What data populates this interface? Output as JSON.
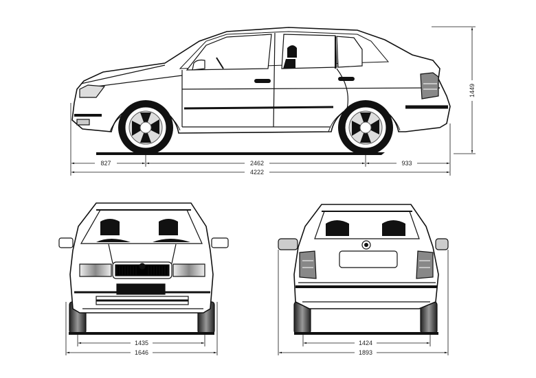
{
  "drawing": {
    "subject": "sedan car dimension blueprint",
    "views": [
      "side",
      "front",
      "rear"
    ]
  },
  "side_view": {
    "front_overhang": "827",
    "wheelbase": "2462",
    "rear_overhang": "933",
    "overall_length": "4222",
    "height": "1449"
  },
  "front_view": {
    "front_track": "1435",
    "overall_width": "1646"
  },
  "rear_view": {
    "rear_track": "1424",
    "overall_width_with_mirrors": "1893"
  },
  "colors": {
    "line": "#111111",
    "fill_dark": "#111111",
    "fill_gray": "#9a9a9a",
    "background": "#ffffff"
  }
}
